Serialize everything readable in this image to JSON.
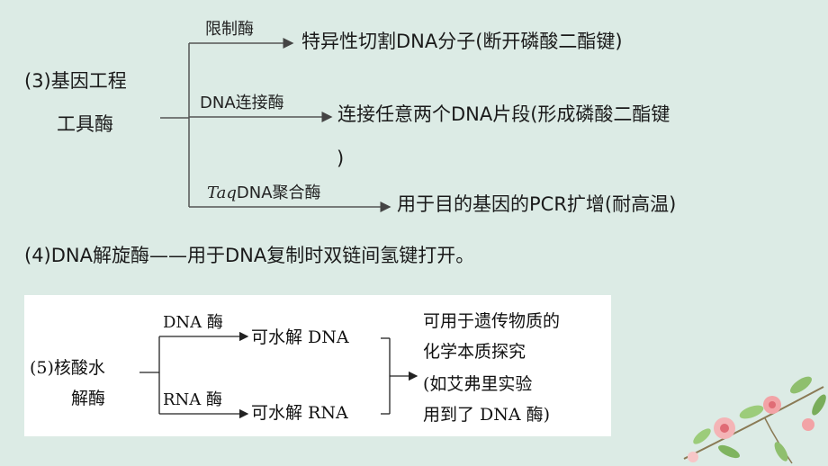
{
  "section3": {
    "label_line1": "(3)基因工程",
    "label_line2": "工具酶",
    "dash": "—",
    "branches": [
      {
        "name_italic": "",
        "name": "限制酶",
        "desc": "特异性切割DNA分子(断开磷酸二酯键)",
        "desc_cont": ""
      },
      {
        "name_italic": "",
        "name": "DNA连接酶",
        "desc": "连接任意两个DNA片段(形成磷酸二酯键",
        "desc_cont": ")"
      },
      {
        "name_italic": "Taq",
        "name": "DNA聚合酶",
        "desc": "用于目的基因的PCR扩增(耐高温)",
        "desc_cont": ""
      }
    ]
  },
  "section4": {
    "text": "(4)DNA解旋酶——用于DNA复制时双链间氢键打开。"
  },
  "section5": {
    "label_line1": "(5)核酸水",
    "label_line2": "解酶",
    "upper_enzyme": "DNA 酶",
    "upper_result": "可水解 DNA",
    "lower_enzyme": "RNA 酶",
    "lower_result": "可水解 RNA",
    "conclusion": [
      "可用于遗传物质的",
      "化学本质探究",
      "(如艾弗里实验",
      "用到了 DNA 酶)"
    ]
  },
  "colors": {
    "background": "#dcebe5",
    "box": "#ffffff",
    "lines": "#555555"
  }
}
